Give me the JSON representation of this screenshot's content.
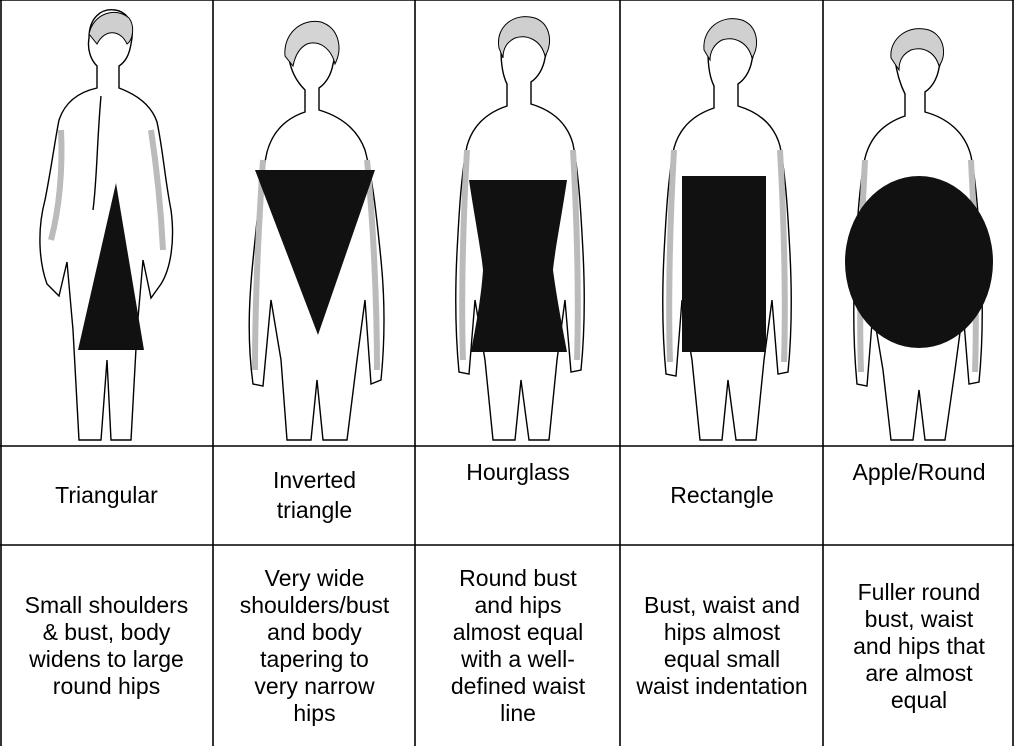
{
  "shapes": [
    {
      "name": "Triangular",
      "description": "Small shoulders\n& bust, body\nwidens to large\nround hips"
    },
    {
      "name": "Inverted\ntriangle",
      "description": "Very wide\nshoulders/bust\nand body\ntapering to\nvery narrow\nhips"
    },
    {
      "name": "Hourglass",
      "description": "Round bust\nand hips\nalmost equal\nwith a well-\ndefined waist\nline"
    },
    {
      "name": "Rectangle",
      "description": "Bust, waist and\nhips almost\nequal small\nwaist indentation"
    },
    {
      "name": "Apple/Round",
      "description": "Fuller round\nbust, waist\nand hips that\nare almost\nequal"
    }
  ],
  "colors": {
    "line": "#000000",
    "overlay": "#111111",
    "skin_shade": "#dddddd",
    "background": "#ffffff"
  }
}
